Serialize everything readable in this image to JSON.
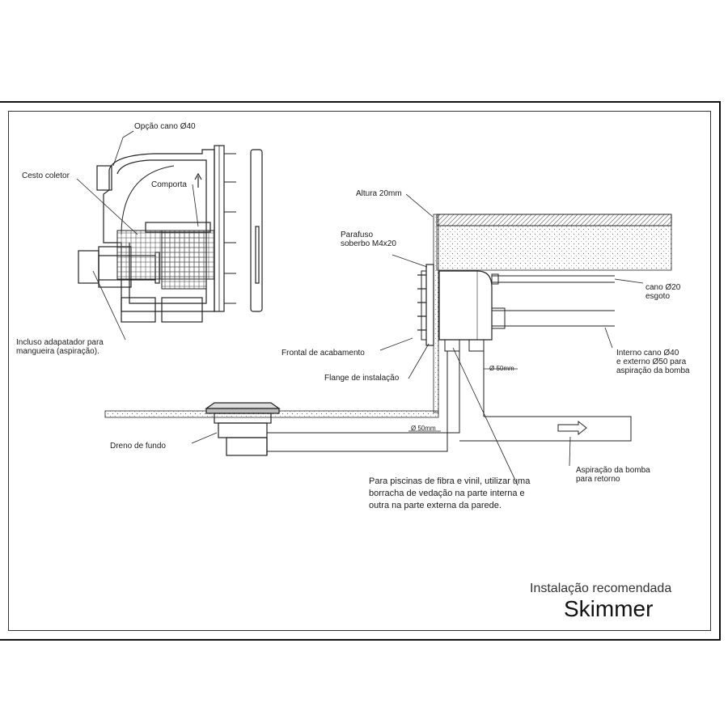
{
  "labels": {
    "opcao_cano": "Opção cano Ø40",
    "cesto_coletor": "Cesto coletor",
    "comporta": "Comporta",
    "incluso_adaptador": "Incluso adapatador para\nmangueira (aspiração).",
    "altura": "Altura 20mm",
    "parafuso": "Parafuso\nsoberbo M4x20",
    "frontal": "Frontal de acabamento",
    "flange": "Flange de instalação",
    "cano_esgoto": "cano Ø20\nesgoto",
    "cano_interno": "Interno cano Ø40\ne externo Ø50 para\naspiração da bomba",
    "dim_50_upper": "Ø 50mm",
    "dim_50_lower": "Ø 50mm",
    "dreno": "Dreno de fundo",
    "aspiracao_retorno": "Aspiração da bomba\npara retorno",
    "nota_fibra": "Para piscinas de fibra e vinil, utilizar uma\nborracha de vedação na parte interna e\noutra na parte externa da parede."
  },
  "title": {
    "line1": "Instalação recomendada",
    "line2": "Skimmer"
  },
  "colors": {
    "line": "#222222",
    "hatch": "#555555",
    "background": "#ffffff"
  }
}
